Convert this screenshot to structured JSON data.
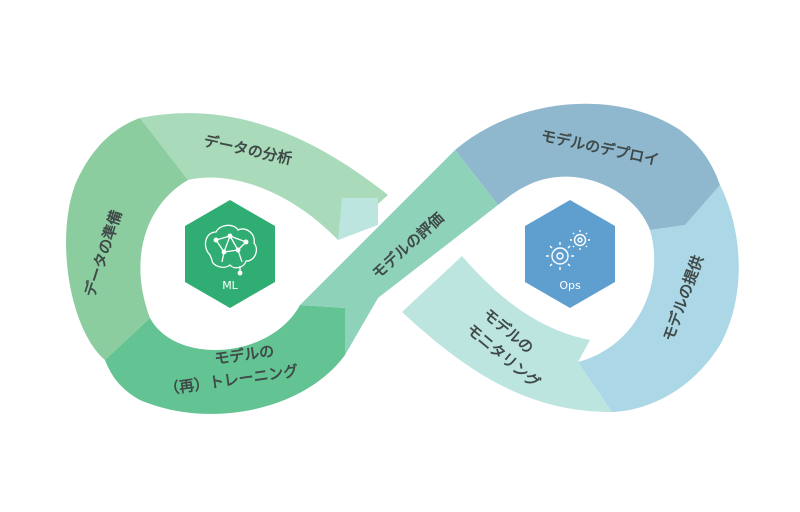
{
  "diagram": {
    "segments": [
      {
        "id": "data-analysis",
        "label": "データの分析",
        "color": "#a9dab9"
      },
      {
        "id": "data-prep",
        "label": "データの準備",
        "color": "#8ccda0"
      },
      {
        "id": "retraining",
        "label_line1": "モデルの",
        "label_line2": "（再）トレーニング",
        "color": "#63c393"
      },
      {
        "id": "evaluation",
        "label": "モデルの評価",
        "color": "#8fd2ba"
      },
      {
        "id": "deploy",
        "label": "モデルのデプロイ",
        "color": "#8fb8cf"
      },
      {
        "id": "serving",
        "label": "モデルの提供",
        "color": "#acd7e6"
      },
      {
        "id": "monitoring",
        "label_line1": "モデルの",
        "label_line2": "モニタリング",
        "color": "#bde5e0"
      }
    ],
    "ml_badge": {
      "label": "ML",
      "color": "#2fad72",
      "icon": "brain-network-icon"
    },
    "ops_badge": {
      "label": "Ops",
      "color": "#5f9fd0",
      "icon": "gears-icon"
    }
  }
}
